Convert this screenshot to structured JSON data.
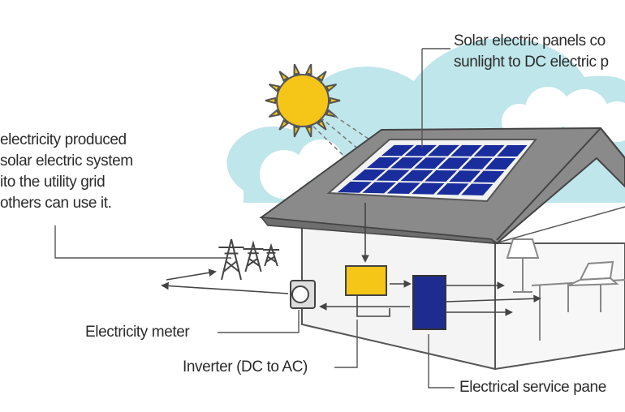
{
  "labels": {
    "panels": {
      "line1": "Solar electric panels co",
      "line2": "sunlight to DC electric p"
    },
    "grid": {
      "line1": "electricity produced",
      "line2": "solar electric system",
      "line3": "ito the utility grid",
      "line4": "others can use it."
    },
    "meter": "Electricity meter",
    "inverter": "Inverter (DC to AC)",
    "service_panel": "Electrical service pane"
  },
  "colors": {
    "sky": "#bfe6ea",
    "sun": "#f5c518",
    "sun_outline": "#555555",
    "panel_cell": "#1a2d9c",
    "roof": "#8a8a8a",
    "inverter": "#f5c518",
    "service_panel": "#1f2c8f",
    "line": "#555555"
  },
  "icons": [
    "sun-icon",
    "power-tower-icon",
    "lamp-icon",
    "laptop-icon",
    "desk-icon",
    "electricity-meter-icon"
  ]
}
